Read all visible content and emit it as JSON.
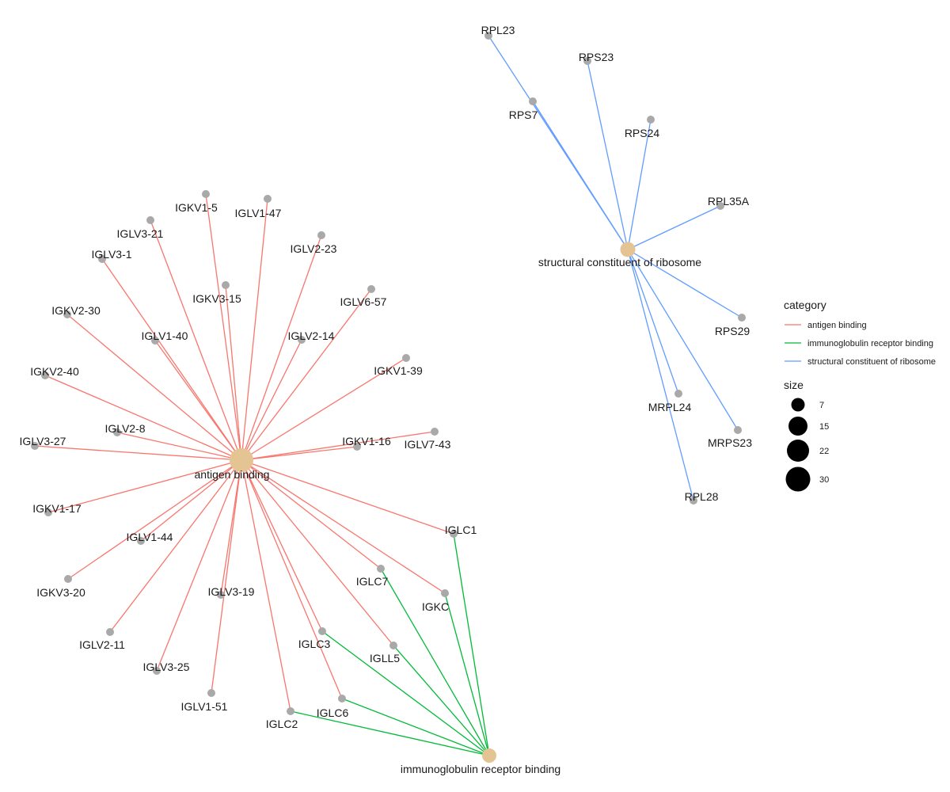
{
  "colors": {
    "antigen binding": "#F8766D",
    "immunoglobulin receptor binding": "#00BA38",
    "structural constituent of ribosome": "#619CFF",
    "gene_node": "#A9A9A9",
    "category_node": "#E5C494"
  },
  "categories": [
    {
      "id": "antigen binding",
      "label": "antigen binding"
    },
    {
      "id": "structural constituent of ribosome",
      "label": "structural constituent of ribosome"
    },
    {
      "id": "immunoglobulin receptor binding",
      "label": "immunoglobulin receptor binding"
    }
  ],
  "genes": [
    "RPL23",
    "RPS23",
    "RPS7",
    "RPS24",
    "RPL35A",
    "RPS29",
    "MRPL24",
    "MRPS23",
    "RPL28",
    "IGKV1-5",
    "IGLV1-47",
    "IGLV3-21",
    "IGLV2-23",
    "IGLV3-1",
    "IGKV3-15",
    "IGLV6-57",
    "IGKV2-30",
    "IGLV1-40",
    "IGLV2-14",
    "IGKV1-39",
    "IGKV2-40",
    "IGLV2-8",
    "IGKV1-16",
    "IGLV7-43",
    "IGLV3-27",
    "IGKV1-17",
    "IGLV1-44",
    "IGLC1",
    "IGKV3-20",
    "IGLC7",
    "IGLV3-19",
    "IGKC",
    "IGLV2-11",
    "IGLC3",
    "IGLL5",
    "IGLV3-25",
    "IGLV1-51",
    "IGLC6",
    "IGLC2"
  ],
  "edges": [
    [
      "structural constituent of ribosome",
      "RPL23"
    ],
    [
      "structural constituent of ribosome",
      "RPS23"
    ],
    [
      "structural constituent of ribosome",
      "RPS7"
    ],
    [
      "structural constituent of ribosome",
      "RPS24"
    ],
    [
      "structural constituent of ribosome",
      "RPL35A"
    ],
    [
      "structural constituent of ribosome",
      "RPS29"
    ],
    [
      "structural constituent of ribosome",
      "MRPL24"
    ],
    [
      "structural constituent of ribosome",
      "MRPS23"
    ],
    [
      "structural constituent of ribosome",
      "RPL28"
    ],
    [
      "antigen binding",
      "IGKV1-5"
    ],
    [
      "antigen binding",
      "IGLV1-47"
    ],
    [
      "antigen binding",
      "IGLV3-21"
    ],
    [
      "antigen binding",
      "IGLV2-23"
    ],
    [
      "antigen binding",
      "IGLV3-1"
    ],
    [
      "antigen binding",
      "IGKV3-15"
    ],
    [
      "antigen binding",
      "IGLV6-57"
    ],
    [
      "antigen binding",
      "IGKV2-30"
    ],
    [
      "antigen binding",
      "IGLV1-40"
    ],
    [
      "antigen binding",
      "IGLV2-14"
    ],
    [
      "antigen binding",
      "IGKV1-39"
    ],
    [
      "antigen binding",
      "IGKV2-40"
    ],
    [
      "antigen binding",
      "IGLV2-8"
    ],
    [
      "antigen binding",
      "IGKV1-16"
    ],
    [
      "antigen binding",
      "IGLV7-43"
    ],
    [
      "antigen binding",
      "IGLV3-27"
    ],
    [
      "antigen binding",
      "IGKV1-17"
    ],
    [
      "antigen binding",
      "IGLV1-44"
    ],
    [
      "antigen binding",
      "IGLC1"
    ],
    [
      "antigen binding",
      "IGKV3-20"
    ],
    [
      "antigen binding",
      "IGLC7"
    ],
    [
      "antigen binding",
      "IGLV3-19"
    ],
    [
      "antigen binding",
      "IGKC"
    ],
    [
      "antigen binding",
      "IGLV2-11"
    ],
    [
      "antigen binding",
      "IGLC3"
    ],
    [
      "antigen binding",
      "IGLL5"
    ],
    [
      "antigen binding",
      "IGLV3-25"
    ],
    [
      "antigen binding",
      "IGLV1-51"
    ],
    [
      "antigen binding",
      "IGLC6"
    ],
    [
      "antigen binding",
      "IGLC2"
    ],
    [
      "immunoglobulin receptor binding",
      "IGLC1"
    ],
    [
      "immunoglobulin receptor binding",
      "IGLC7"
    ],
    [
      "immunoglobulin receptor binding",
      "IGKC"
    ],
    [
      "immunoglobulin receptor binding",
      "IGLC3"
    ],
    [
      "immunoglobulin receptor binding",
      "IGLL5"
    ],
    [
      "immunoglobulin receptor binding",
      "IGLC6"
    ],
    [
      "immunoglobulin receptor binding",
      "IGLC2"
    ]
  ],
  "legend": {
    "category_title": "category",
    "category_items": [
      "antigen binding",
      "immunoglobulin receptor binding",
      "structural constituent of ribosome"
    ],
    "size_title": "size",
    "size_items": [
      7,
      15,
      22,
      30
    ]
  }
}
